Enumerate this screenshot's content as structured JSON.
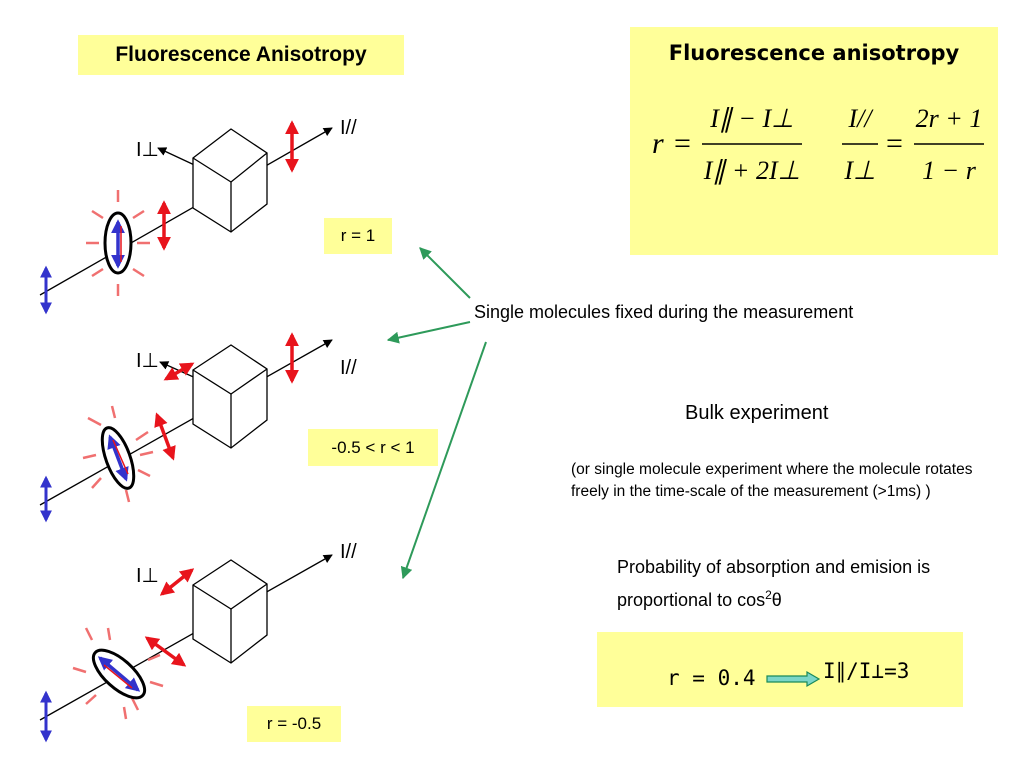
{
  "title": "Fluorescence Anisotropy",
  "formula_panel": {
    "title": "Fluorescence anisotropy",
    "eq1": {
      "lhs": "r",
      "num": "I∥ − I⊥",
      "den": "I∥ + 2I⊥"
    },
    "eq2": {
      "num_left": "I//",
      "den_left": "I⊥",
      "num_right": "2r + 1",
      "den_right": "1 − r"
    }
  },
  "cases": [
    {
      "label": "r = 1",
      "i_perp": "I⊥",
      "i_par": "I//"
    },
    {
      "label": "-0.5 < r < 1",
      "i_perp": "I⊥",
      "i_par": "I//"
    },
    {
      "label": "r = -0.5",
      "i_perp": "I⊥",
      "i_par": "I//"
    }
  ],
  "single_molecule_text": "Single molecules fixed during  the  measurement",
  "bulk": {
    "heading": "Bulk experiment",
    "note": "(or single molecule experiment where the molecule rotates freely in the time-scale of the measurement (>1ms) )",
    "probability_text": "Probability of absorption and emision is proportional to cos",
    "probability_sup": "2",
    "probability_theta": "θ"
  },
  "result": {
    "r_value": "r = 0.4",
    "ratio": "I∥/I⊥=3"
  },
  "colors": {
    "highlight": "#ffff99",
    "red_arrow": "#e8141c",
    "blue_arrow": "#3333cc",
    "green_arrow": "#2e9a5a",
    "ray": "#f07070"
  }
}
